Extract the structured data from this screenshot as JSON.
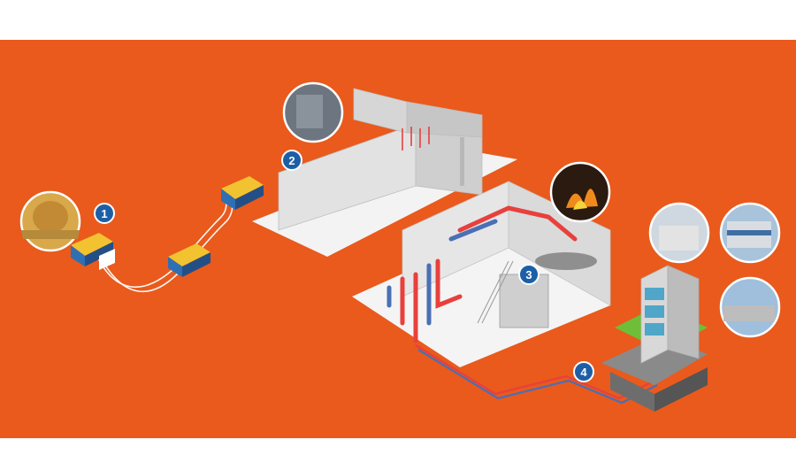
{
  "colors": {
    "background": "#ffffff",
    "panel": "#e95a1c",
    "badge": "#1d5fa6",
    "badge_text": "#ffffff",
    "pipe_hot": "#e8403c",
    "pipe_cold": "#4a6fb5",
    "truck_cab": "#2f6fb3",
    "truck_load": "#f2c230",
    "building": "#e4e4e4",
    "path": "#ffffff"
  },
  "steps": [
    {
      "number": "1",
      "subject": "straw-bale-photo"
    },
    {
      "number": "2",
      "subject": "storage-warehouse"
    },
    {
      "number": "3",
      "subject": "boiler-plant"
    },
    {
      "number": "4",
      "subject": "heated-building"
    }
  ],
  "photos": [
    "straw-bale",
    "storage-interior",
    "fire-flames",
    "building-exterior-1",
    "building-exterior-2",
    "building-exterior-3"
  ]
}
